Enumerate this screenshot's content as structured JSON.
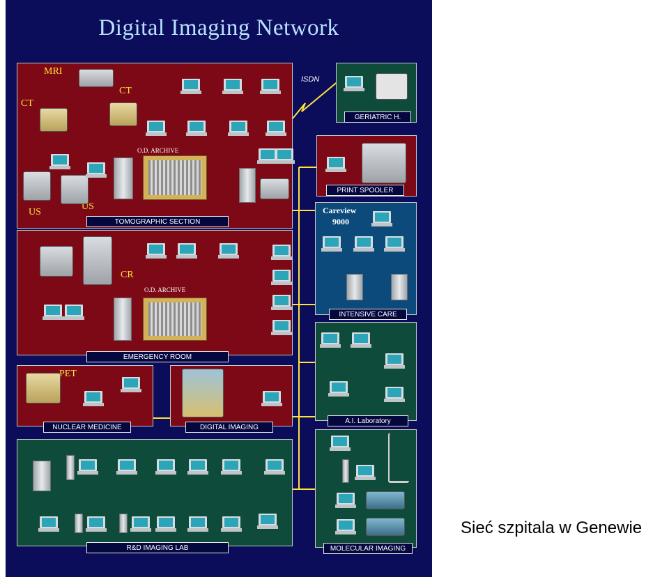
{
  "title": "Digital Imaging Network",
  "caption": "Sieć szpitala w Genewie",
  "isdn": "ISDN",
  "sections": {
    "tomographic": {
      "label": "TOMOGRAPHIC SECTION",
      "mri": "MRI",
      "ct_left": "CT",
      "ct_right": "CT",
      "us_left": "US",
      "us_right": "US",
      "archive": "O.D. ARCHIVE"
    },
    "geriatric": {
      "label": "GERIATRIC H."
    },
    "print_spooler": {
      "label": "PRINT SPOOLER"
    },
    "intensive_care": {
      "label": "INTENSIVE CARE",
      "careview_line1": "Careview",
      "careview_line2": "9000"
    },
    "emergency": {
      "label": "EMERGENCY ROOM",
      "cr": "CR",
      "archive": "O.D. ARCHIVE"
    },
    "ai_lab": {
      "label": "A.I. Laboratory"
    },
    "nuclear": {
      "label": "NUCLEAR MEDICINE",
      "pet": "PET"
    },
    "digital_imaging": {
      "label": "DIGITAL IMAGING"
    },
    "rd_lab": {
      "label": "R&D IMAGING LAB"
    },
    "molecular": {
      "label": "MOLECULAR IMAGING"
    }
  },
  "colors": {
    "background": "#0b0d5a",
    "red_panel": "#7c0915",
    "blue_panel": "#0d4a7c",
    "green_panel": "#0f4b3a",
    "network_line": "#ffe23b"
  }
}
